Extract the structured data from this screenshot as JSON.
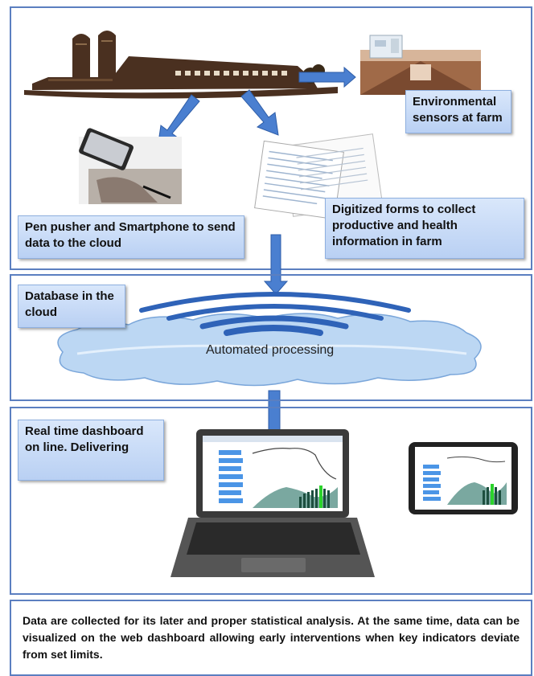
{
  "labels": {
    "sensors": "Environmental sensors at farm",
    "pen_pusher": "Pen pusher and Smartphone to send data to the cloud",
    "forms": "Digitized forms to collect productive and health information in farm",
    "database": "Database in the cloud",
    "processing": "Automated processing",
    "dashboard": "Real time dashboard on line. Delivering"
  },
  "footer": {
    "text": "Data are collected for its later and proper statistical analysis. At the same time, data can be visualized on the web dashboard allowing early interventions when key indicators deviate from set limits."
  },
  "colors": {
    "panel_border": "#5b7fc0",
    "arrow": "#4a7fd0",
    "label_bg": "#c9dbf7",
    "barn": "#4a3020",
    "cloud": "#bcd7f3",
    "wave": "#2f63b8",
    "chart_green": "#2bd32b"
  },
  "icons": [
    "farm-barn-icon",
    "livestock-interior-photo",
    "smartphone-pen-photo",
    "paper-forms-icon",
    "cloud-icon",
    "signal-waves-icon",
    "laptop-icon",
    "tablet-icon"
  ]
}
